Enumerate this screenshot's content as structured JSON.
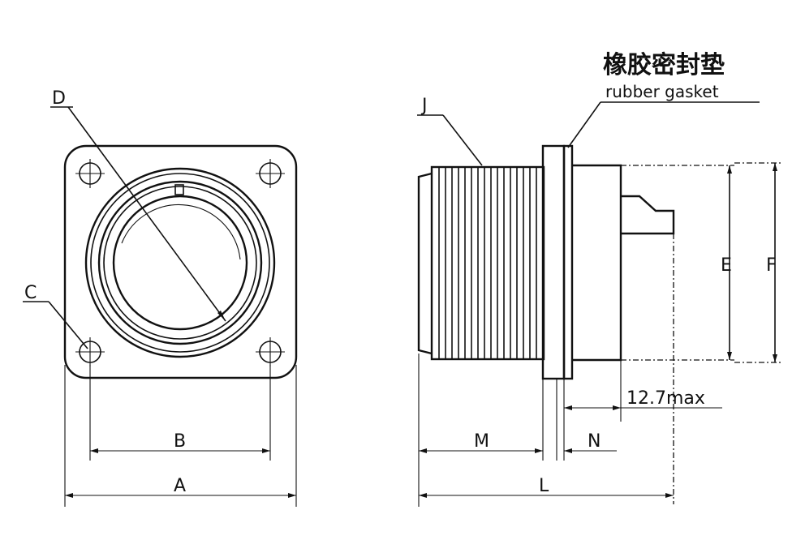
{
  "front_view": {
    "labels": {
      "d": "D",
      "c": "C",
      "b": "B",
      "a": "A",
      "key": "D"
    }
  },
  "side_view": {
    "labels": {
      "j": "J",
      "e": "E",
      "f": "F",
      "m": "M",
      "n": "N",
      "l": "L",
      "max": "12.7max"
    },
    "gasket": {
      "chinese": "橡胶密封垫",
      "english": "rubber gasket"
    }
  }
}
